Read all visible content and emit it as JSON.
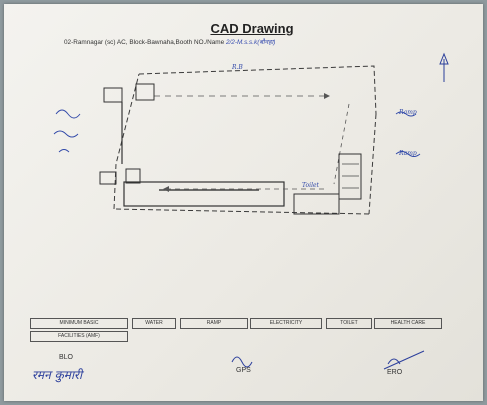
{
  "document": {
    "title": "CAD Drawing",
    "subtitle_printed": "02-Ramnagar (sc) AC, Block-Bawnaha,Booth NO./Name",
    "subtitle_handwritten": "2/2-M.s.s.k(बौनहा)"
  },
  "plan_labels": {
    "top_room": "R.B",
    "right_upper": "Ramp",
    "right_lower": "Ramp",
    "bottom_right": "Toilet"
  },
  "legend": [
    "MINIMUM BASIC",
    "WATER",
    "RAMP",
    "ELECTRICITY",
    "TOILET",
    "HEALTH CARE",
    "FACILITIES (AMF)"
  ],
  "signatures": {
    "blo_label": "BLO",
    "blo_signature": "रमन कुमारी",
    "gps_label": "GPS",
    "ero_label": "ERO"
  },
  "colors": {
    "ink_blue": "#3048a8",
    "print": "#222222"
  }
}
